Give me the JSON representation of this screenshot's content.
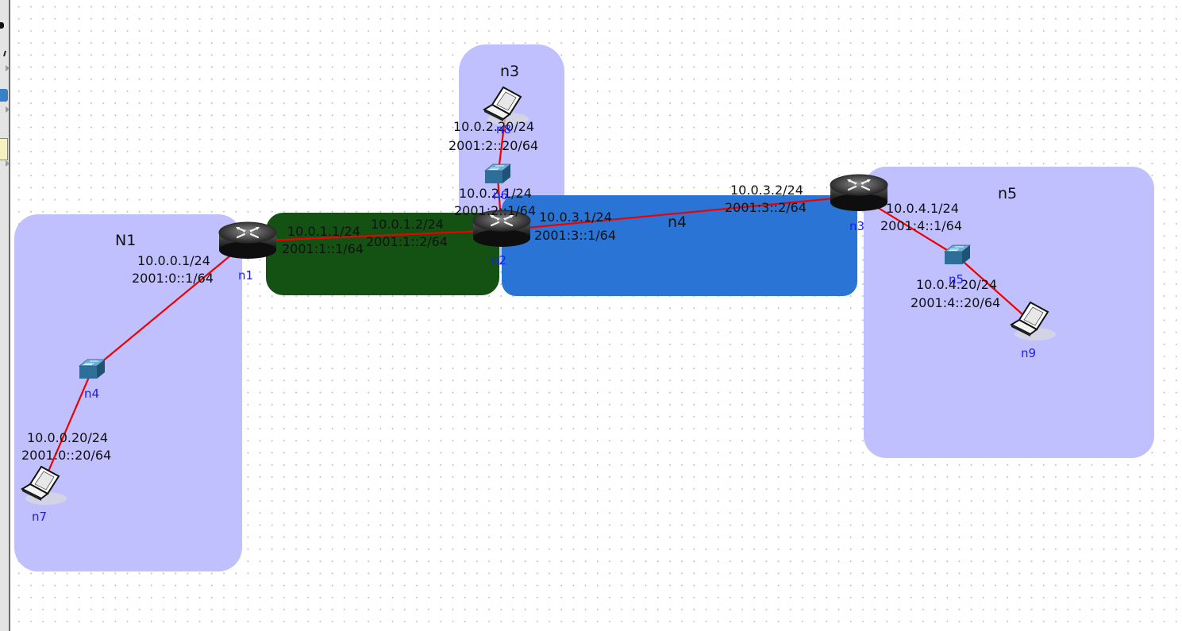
{
  "colors": {
    "area_lavender": "#c0c0ff",
    "area_green": "#135213",
    "area_blue": "#2a74d6",
    "link": "#ee0000",
    "node_label": "#1a1aff",
    "addr_text": "#111111"
  },
  "toolbar": {
    "tools": [
      {
        "name": "select-tool-icon"
      },
      {
        "name": "link-tool-icon"
      },
      {
        "name": "network-tool-icon"
      },
      {
        "name": "routing-tool-icon"
      },
      {
        "name": "annotation-tool-icon"
      }
    ]
  },
  "areas": {
    "n1_area": "N1",
    "n3_area": "n3",
    "n4_area": "n4",
    "n5_area": "n5"
  },
  "nodes": {
    "n1": "n1",
    "n2": "n2",
    "n3": "n3",
    "n4": "n4",
    "n5": "n5",
    "n6": "n6",
    "n7": "n7",
    "n8": "n8",
    "n9": "n9"
  },
  "addresses": {
    "n1_lan_v4": "10.0.0.1/24",
    "n1_lan_v6": "2001:0::1/64",
    "n1_link_v4": "10.0.1.1/24",
    "n1_link_v6": "2001:1::1/64",
    "n2_link_v4": "10.0.1.2/24",
    "n2_link_v6": "2001:1::2/64",
    "n2_lan_v4": "10.0.2.1/24",
    "n2_lan_v6": "2001:2::1/64",
    "n2_n4_v4": "10.0.3.1/24",
    "n2_n4_v6": "2001:3::1/64",
    "n3_n4_v4": "10.0.3.2/24",
    "n3_n4_v6": "2001:3::2/64",
    "n3_lan_v4": "10.0.4.1/24",
    "n3_lan_v6": "2001:4::1/64",
    "n7_v4": "10.0.0.20/24",
    "n7_v6": "2001:0::20/64",
    "n8_v4": "10.0.2.20/24",
    "n8_v6": "2001:2::20/64",
    "n9_v4": "10.0.4.20/24",
    "n9_v6": "2001:4::20/64"
  }
}
